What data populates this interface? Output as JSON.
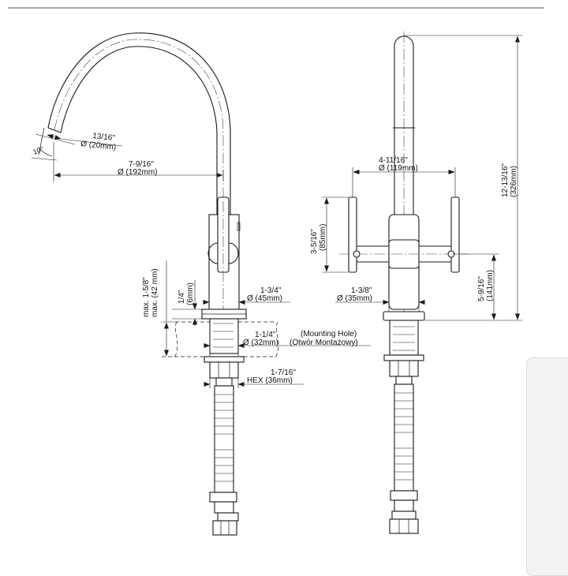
{
  "side_view": {
    "spout_outlet": {
      "imperial": "13/16\"",
      "metric": "Ø (20mm)"
    },
    "spout_angle": "10°",
    "reach": {
      "imperial": "7-9/16\"",
      "metric": "Ø (192mm)"
    },
    "body": {
      "imperial": "1-3/4\"",
      "metric": "Ø (45mm)"
    },
    "flange": {
      "imperial": "1/4\"",
      "metric": "(6mm)"
    },
    "max_deck": {
      "imperial": "max. 1-5/8\"",
      "metric": "max. (42 mm)"
    },
    "mounting_hole": {
      "imperial": "1-1/4\"",
      "metric": "Ø (32mm)",
      "label_en": "(Mounting Hole)",
      "label_pl": "(Otwór Montażowy)"
    },
    "hex_nut": {
      "imperial": "1-7/16\"",
      "metric": "HEX (36mm)"
    }
  },
  "front_view": {
    "handle_span": {
      "imperial": "4-11/16\"",
      "metric": "Ø (119mm)"
    },
    "handle_height": {
      "imperial": "3-5/16\"",
      "metric": "(85mm)"
    },
    "base": {
      "imperial": "1-3/8\"",
      "metric": "Ø (35mm)"
    },
    "handle_axis_height": {
      "imperial": "5-9/16\"",
      "metric": "(141mm)"
    },
    "total_height": {
      "imperial": "12-13/16\"",
      "metric": "(326mm)"
    }
  }
}
